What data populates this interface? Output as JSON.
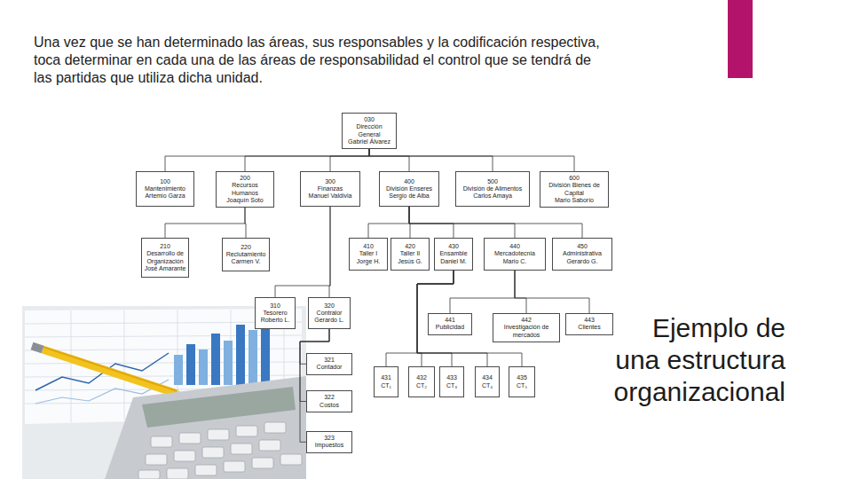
{
  "diagram": {
    "title": "Una vez que se han determinado las áreas, sus responsables y la codificación respectiva, toca determinar en cada una de las áreas de responsabilidad el control que se tendrá de las partidas que utiliza dicha unidad.",
    "caption": "Ejemplo de una estructura organizacional",
    "nodes": [
      {
        "text": [
          "030",
          "Dirección General",
          "Gabriel Álvarez"
        ]
      },
      {
        "text": [
          "100",
          "Mantenimiento",
          "Artemio Garza"
        ]
      },
      {
        "text": [
          "200",
          "Recursos Humanos",
          "Joaquín Soto"
        ]
      },
      {
        "text": [
          "300",
          "Finanzas",
          "Manuel Valdivia"
        ]
      },
      {
        "text": [
          "400",
          "División Enseres",
          "Sergio de Alba"
        ]
      },
      {
        "text": [
          "500",
          "División de Alimentos",
          "Carlos Amaya"
        ]
      },
      {
        "text": [
          "600",
          "División Bienes de Capital",
          "Mario Saborío"
        ]
      },
      {
        "text": [
          "210",
          "Desarrollo de Organización",
          "José Amarante"
        ]
      },
      {
        "text": [
          "220",
          "Reclutamiento",
          "Carmen V."
        ]
      },
      {
        "text": [
          "410",
          "Taller I",
          "Jorge H."
        ]
      },
      {
        "text": [
          "420",
          "Taller II",
          "Jesús G."
        ]
      },
      {
        "text": [
          "430",
          "Ensamble",
          "Daniel M."
        ]
      },
      {
        "text": [
          "440",
          "Mercadotecnia",
          "Mario C."
        ]
      },
      {
        "text": [
          "450",
          "Administrativa",
          "Gerardo G."
        ]
      },
      {
        "text": [
          "310",
          "Tesorero",
          "Roberto L."
        ]
      },
      {
        "text": [
          "320",
          "Contralor",
          "Gerardo L."
        ]
      },
      {
        "text": [
          "441",
          "Publicidad"
        ]
      },
      {
        "text": [
          "442",
          "Investigación de mercados"
        ]
      },
      {
        "text": [
          "443",
          "Clientes"
        ]
      },
      {
        "text": [
          "321",
          "Contador"
        ]
      },
      {
        "text": [
          "431",
          "CT₁"
        ]
      },
      {
        "text": [
          "432",
          "CT₂"
        ]
      },
      {
        "text": [
          "433",
          "CT₃"
        ]
      },
      {
        "text": [
          "434",
          "CT₄"
        ]
      },
      {
        "text": [
          "435",
          "CT₅"
        ]
      },
      {
        "text": [
          "322",
          "Costos"
        ]
      },
      {
        "text": [
          "323",
          "Impuestos"
        ]
      }
    ],
    "edges": [
      {
        "from": 0,
        "to": 1,
        "arrow": "none"
      },
      {
        "from": 0,
        "to": 2,
        "arrow": "none"
      },
      {
        "from": 0,
        "to": 3,
        "arrow": "none"
      },
      {
        "from": 0,
        "to": 4,
        "arrow": "none"
      },
      {
        "from": 0,
        "to": 5,
        "arrow": "none"
      },
      {
        "from": 0,
        "to": 6,
        "arrow": "none"
      },
      {
        "from": 2,
        "to": 7,
        "arrow": "none"
      },
      {
        "from": 2,
        "to": 8,
        "arrow": "none"
      },
      {
        "from": 3,
        "to": 14,
        "arrow": "none"
      },
      {
        "from": 3,
        "to": 15,
        "arrow": "none"
      },
      {
        "from": 4,
        "to": 9,
        "arrow": "none"
      },
      {
        "from": 4,
        "to": 10,
        "arrow": "none"
      },
      {
        "from": 4,
        "to": 11,
        "arrow": "none"
      },
      {
        "from": 4,
        "to": 12,
        "arrow": "none"
      },
      {
        "from": 4,
        "to": 13,
        "arrow": "none"
      },
      {
        "from": 15,
        "to": 19,
        "arrow": "none"
      },
      {
        "from": 15,
        "to": 25,
        "arrow": "none"
      },
      {
        "from": 15,
        "to": 26,
        "arrow": "none"
      },
      {
        "from": 12,
        "to": 16,
        "arrow": "none"
      },
      {
        "from": 12,
        "to": 17,
        "arrow": "none"
      },
      {
        "from": 12,
        "to": 18,
        "arrow": "none"
      },
      {
        "from": 11,
        "to": 20,
        "arrow": "none"
      },
      {
        "from": 11,
        "to": 21,
        "arrow": "none"
      },
      {
        "from": 11,
        "to": 22,
        "arrow": "none"
      },
      {
        "from": 11,
        "to": 23,
        "arrow": "none"
      },
      {
        "from": 11,
        "to": 24,
        "arrow": "none"
      }
    ]
  }
}
